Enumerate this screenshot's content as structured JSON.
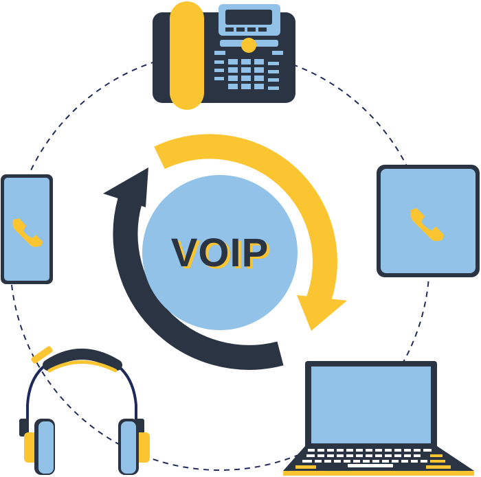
{
  "center": {
    "label": "VOIP"
  },
  "colors": {
    "navy": "#2b3443",
    "yellow": "#fbc531",
    "light_blue": "#93c2e9",
    "dash": "#1f2a5a",
    "white": "#ffffff"
  },
  "nodes": [
    {
      "name": "desk-phone",
      "icon": "desk-phone-icon"
    },
    {
      "name": "tablet",
      "icon": "tablet-icon"
    },
    {
      "name": "laptop",
      "icon": "laptop-icon"
    },
    {
      "name": "headphones",
      "icon": "headphones-icon"
    },
    {
      "name": "smartphone",
      "icon": "smartphone-icon"
    }
  ],
  "cycle_arrows": [
    {
      "name": "yellow-cycle-arrow",
      "color": "yellow"
    },
    {
      "name": "navy-cycle-arrow",
      "color": "navy"
    }
  ]
}
